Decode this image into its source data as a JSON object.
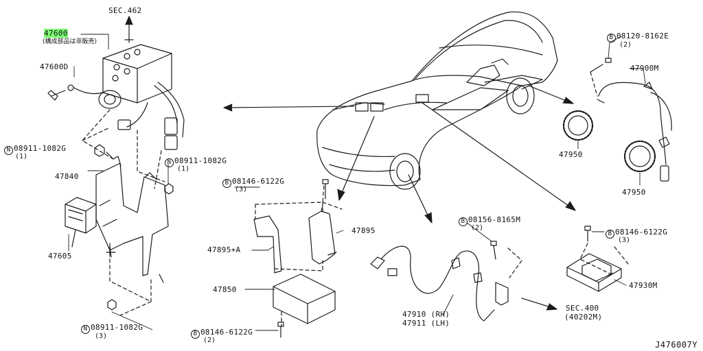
{
  "labels": {
    "sec462": "SEC.462",
    "p47600": "47600",
    "p47600_note": "(構成部品は非販売)",
    "p47600d": "47600D",
    "b08911_a": "08911-1082G",
    "b08911_a_qty": "(1)",
    "b08911_b": "08911-1082G",
    "b08911_b_qty": "(1)",
    "b08911_c": "08911-1082G",
    "b08911_c_qty": "(3)",
    "p47840": "47840",
    "p47605": "47605",
    "b08146_a": "08146-6122G",
    "b08146_a_qty": "(3)",
    "p47895": "47895",
    "p47895a": "47895+A",
    "p47850": "47850",
    "b08146_b": "08146-6122G",
    "b08146_b_qty": "(2)",
    "b08120": "08120-8162E",
    "b08120_qty": "(2)",
    "p47900m": "47900M",
    "p47950_a": "47950",
    "p47950_b": "47950",
    "b08156": "08156-8165M",
    "b08156_qty": "(2)",
    "b08146_c": "08146-6122G",
    "b08146_c_qty": "(3)",
    "p47930m": "47930M",
    "p47910": "47910 (RH)",
    "p47911": "47911 (LH)",
    "sec400": "SEC.400",
    "sec400_ref": "(40202M)",
    "diagram_ref": "J476007Y"
  },
  "glyphs": {
    "nut": "N",
    "bolt": "B"
  },
  "colors": {
    "line": "#1a1a1a",
    "highlight": "#7CFC73",
    "background": "#ffffff"
  }
}
